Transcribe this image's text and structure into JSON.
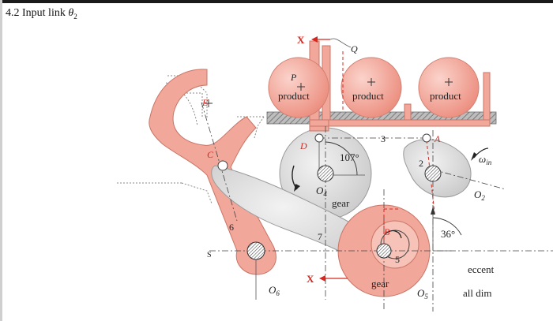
{
  "header": {
    "section": "4.2 Input link",
    "symbol": "θ",
    "subscript": "2"
  },
  "labels": {
    "product": "product",
    "gear": "gear",
    "eccent": "eccent",
    "all_dim": "all dim",
    "point_p": "P",
    "point_q": "Q",
    "point_e": "E",
    "point_c": "C",
    "point_d": "D",
    "point_a": "A",
    "point_b": "B",
    "axis_x": "X",
    "link_2": "2",
    "link_3": "3",
    "link_5": "5",
    "link_6": "6",
    "link_7": "7",
    "label_s": "S",
    "angle_107": "107°",
    "angle_36": "36°",
    "omega": "ω",
    "omega_sub": "in",
    "o": "O",
    "o2_sub": "2",
    "o4_sub": "4",
    "o5_sub": "5",
    "o6_sub": "6"
  },
  "colors": {
    "link_pink": "#f2a79b",
    "link_outline": "#c97566",
    "gear_gray": "#d9d9d9",
    "arrow_red": "#d8271f"
  }
}
